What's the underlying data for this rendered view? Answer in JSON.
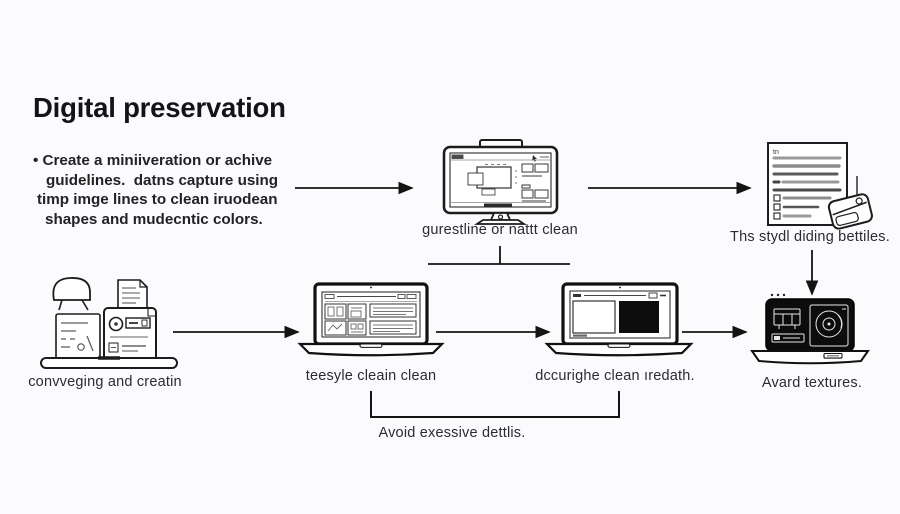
{
  "title": "Digital preservation",
  "intro": {
    "lines": [
      "• Create a miniiveration or achive",
      "guidelines.  datns capture using",
      "timp imge lines to clean iruodean",
      "shapes and mudecntic colors."
    ]
  },
  "nodes": {
    "monitor": {
      "caption": "gurestline or nattt clean"
    },
    "document": {
      "caption": "Ths stydl diding bettiles.",
      "header_mark": "tn"
    },
    "scanner": {
      "caption": "convveging and creatin"
    },
    "laptop_ui": {
      "caption": "teesyle cleain clean"
    },
    "laptop_doc": {
      "caption": "dccurighe clean ıredath."
    },
    "laptop_dark": {
      "caption": "Avard textures."
    }
  },
  "notes": {
    "bottom": "Avoid exessive dettlis."
  },
  "colors": {
    "ink": "#18181a",
    "caption_text": "#2c2c2e",
    "doc_line_gray": "#8e8e92",
    "background": "#fbfbfd",
    "screen_black": "#0d0d0d"
  }
}
